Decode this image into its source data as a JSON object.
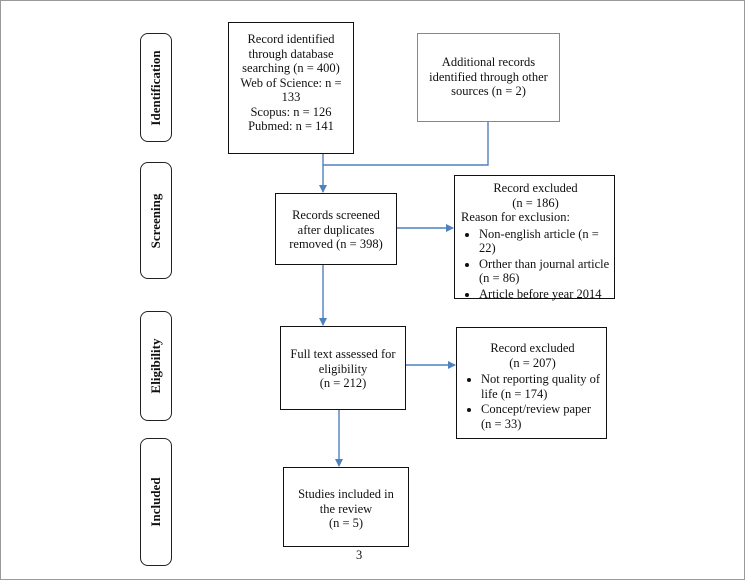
{
  "stages": {
    "identification": "Identification",
    "screening": "Screening",
    "eligibility": "Eligibility",
    "included": "Included"
  },
  "boxes": {
    "records_identified": [
      "Record identified",
      "through database",
      "searching (n = 400)",
      "Web of Science: n =",
      "133",
      "Scopus: n = 126",
      "Pubmed: n = 141"
    ],
    "additional_records": [
      "Additional records",
      "identified through other",
      "sources (n = 2)"
    ],
    "records_screened": [
      "Records screened",
      "after duplicates",
      "removed (n = 398)"
    ],
    "excluded_screening": {
      "title": "Record excluded",
      "count": "(n = 186)",
      "reason_label": "Reason for exclusion:",
      "items": [
        "Non-english article (n = 22)",
        "Orther than journal article (n = 86)",
        "Article before year 2014"
      ]
    },
    "full_text": [
      "Full text assessed for",
      "eligibility",
      "(n = 212)"
    ],
    "excluded_eligibility": {
      "title": "Record excluded",
      "count": "(n = 207)",
      "items": [
        "Not reporting quality of life (n = 174)",
        "Concept/review paper (n = 33)"
      ]
    },
    "included": [
      "Studies included in",
      "the review",
      "(n = 5)"
    ]
  },
  "page_number": "3",
  "colors": {
    "arrow": "#4f81bd",
    "border": "#111111"
  }
}
